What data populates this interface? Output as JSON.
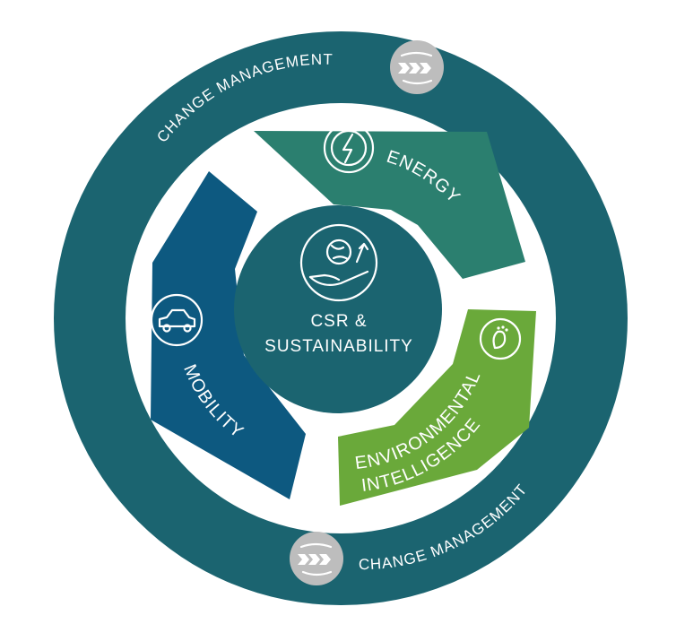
{
  "center": {
    "line1": "CSR &",
    "line2": "SUSTAINABILITY",
    "icon": "globe-in-hand-icon"
  },
  "segments": {
    "energy": {
      "label": "ENERGY",
      "icon": "lightning-bolt-icon"
    },
    "mobility": {
      "label": "MOBILITY",
      "icon": "car-icon"
    },
    "environmental": {
      "line1": "ENVIRONMENTAL",
      "line2": "INTELLIGENCE",
      "icon": "footprint-icon"
    }
  },
  "ring": {
    "top_label": "CHANGE MANAGEMENT",
    "bottom_label": "CHANGE MANAGEMENT",
    "badge_icon": "arrows-cycle-icon"
  },
  "colors": {
    "outer_ring": "#1b6470",
    "center": "#1b6470",
    "energy": "#2b7f6f",
    "mobility": "#0d5980",
    "environmental": "#6aa93a",
    "badge": "#bdbdbd"
  }
}
